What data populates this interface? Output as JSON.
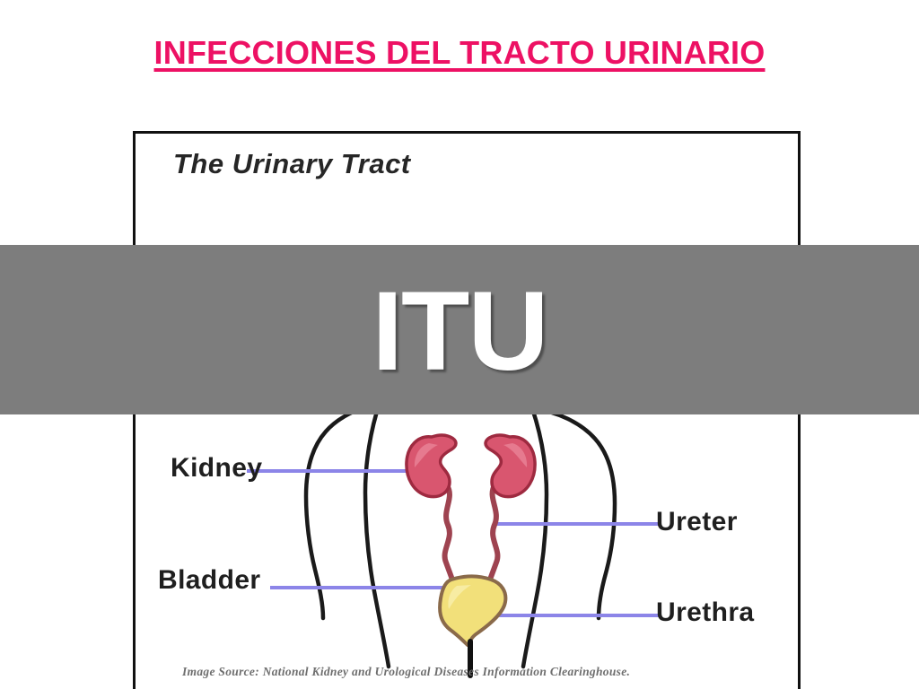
{
  "slide": {
    "title": "INFECCIONES DEL TRACTO URINARIO",
    "title_color": "#ED1164",
    "background_color": "#FFFFFF"
  },
  "overlay": {
    "text": "ITU",
    "band_color": "#7D7D7D",
    "text_color": "#FFFFFF"
  },
  "diagram": {
    "heading": "The Urinary Tract",
    "caption": "Image Source: National Kidney and Urological Diseases Information Clearinghouse.",
    "border_color": "#111111",
    "leader_line_color": "#8C85E8",
    "labels": {
      "kidney": "Kidney",
      "bladder": "Bladder",
      "ureter": "Ureter",
      "urethra": "Urethra"
    },
    "colors": {
      "kidney_fill": "#D9566F",
      "kidney_outline": "#9E2A40",
      "bladder_fill": "#F2E07A",
      "bladder_outline": "#8A6A4A",
      "ureter_stroke": "#9E4350",
      "body_outline": "#1A1A1A",
      "urethra_stroke": "#111111"
    }
  }
}
